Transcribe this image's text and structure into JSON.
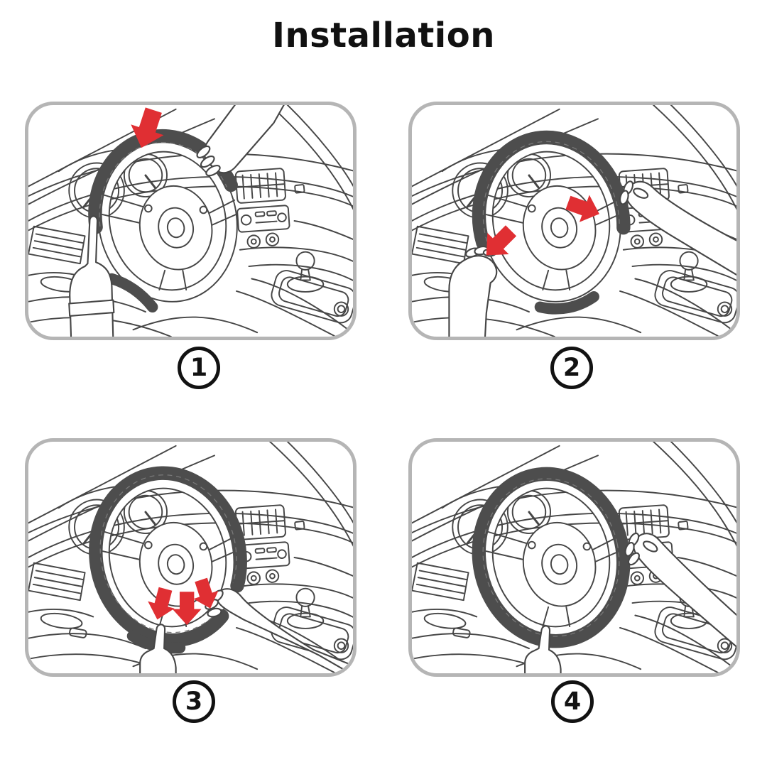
{
  "page": {
    "title": "Installation"
  },
  "steps": [
    {
      "number": "1"
    },
    {
      "number": "2"
    },
    {
      "number": "3"
    },
    {
      "number": "4"
    }
  ],
  "colors": {
    "arrow_red": "#e02f33",
    "cover_gray": "#4d4d4d",
    "line_gray": "#464646",
    "panel_border_gray": "#b5b5b5",
    "text_black": "#111111",
    "background": "#ffffff"
  },
  "icons": {
    "arrow": "red-arrow-icon",
    "badge": "numbered-circle-badge"
  }
}
